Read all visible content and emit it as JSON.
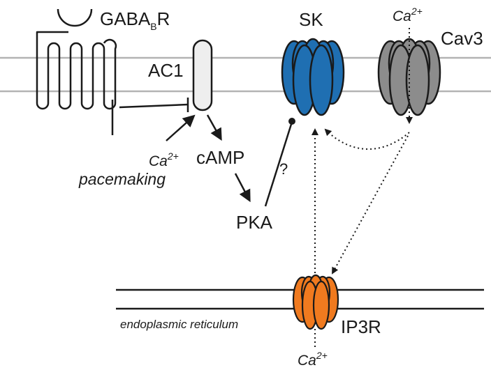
{
  "labels": {
    "gabab": "GABA",
    "gabab_sub": "B",
    "gabab_r": "R",
    "ac1": "AC1",
    "sk": "SK",
    "cav3": "Cav3",
    "camp": "cAMP",
    "pka": "PKA",
    "question": "?",
    "ca_base": "Ca",
    "ca_sup": "2+",
    "pacemaking": "pacemaking",
    "er": "endoplasmic reticulum",
    "ip3r": "IP3R"
  },
  "colors": {
    "sk": "#1f6fb2",
    "cav3": "#8c8c8c",
    "ip3r": "#f07a1f",
    "membrane": "#b3b3b3",
    "ac1_fill": "#eeeeee"
  }
}
